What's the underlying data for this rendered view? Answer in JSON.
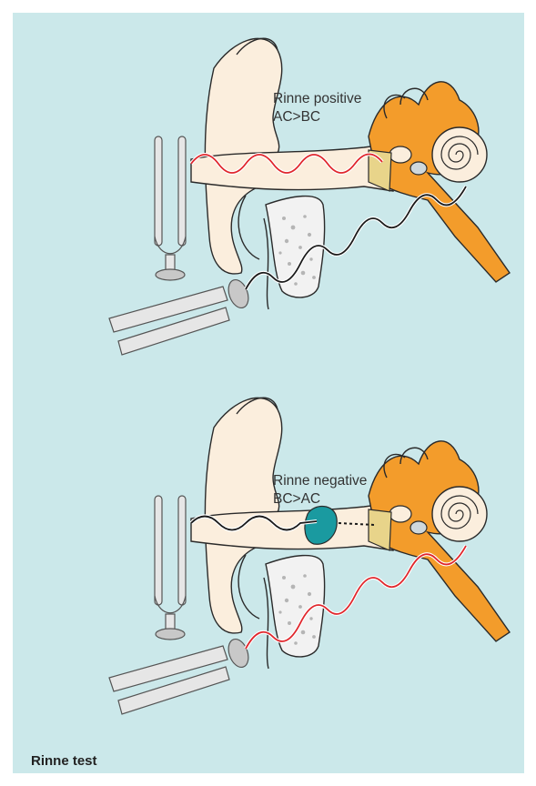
{
  "figure": {
    "caption": "Rinne test",
    "panels": [
      {
        "line1": "Rinne positive",
        "line2": "AC>BC"
      },
      {
        "line1": "Rinne negative",
        "line2": "BC>AC"
      }
    ]
  },
  "colors": {
    "background": "#cbe8ea",
    "skin": "#fbeedd",
    "skin_outline": "#2a2a2a",
    "bone": "#f2f2f2",
    "inner_ear": "#f39c2b",
    "wax": "#1a9aa0",
    "air_wave": "#e0262c",
    "bone_wave": "#1a1a1a",
    "fork": "#c8c8c8"
  },
  "icons": [
    "tuning-fork-icon",
    "ear-icon"
  ]
}
